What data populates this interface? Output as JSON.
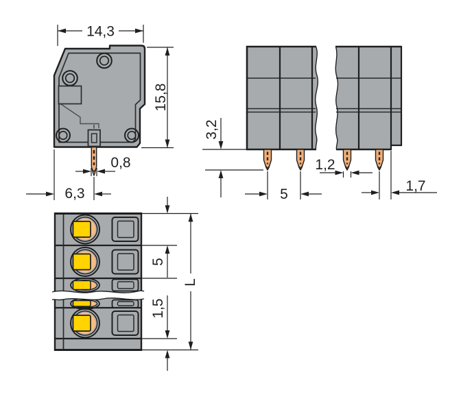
{
  "dims": {
    "side": {
      "width": "14,3",
      "height": "15,8",
      "pin_width": "0,8",
      "pin_offset": "6,3"
    },
    "front": {
      "pin_length": "3,2",
      "pin_width": "1,2",
      "pitch": "5",
      "edge_offset": "1,7"
    },
    "top": {
      "pitch": "5",
      "edge_offset": "1,5",
      "overall_length": "L"
    }
  },
  "colors": {
    "housing_gray": "#a8abad",
    "button_yellow": "#ffd400",
    "contact_orange": "#f7bc85",
    "pin_copper": "#efae79",
    "line_black": "#1d1f20"
  }
}
